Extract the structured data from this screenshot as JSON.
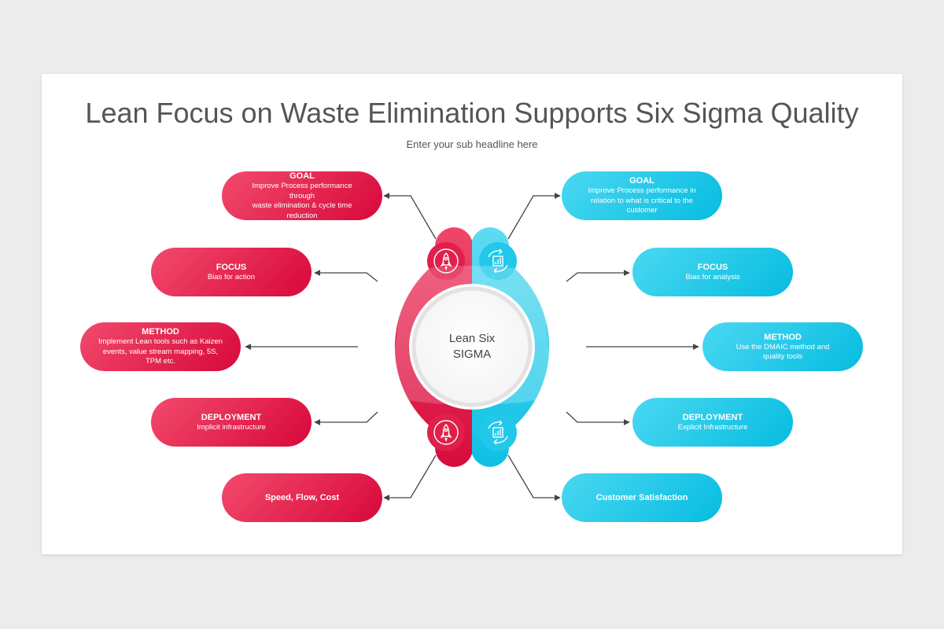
{
  "title": "Lean Focus on Waste Elimination Supports Six Sigma Quality",
  "subtitle": "Enter your sub headline here",
  "center": {
    "line1": "Lean Six",
    "line2": "SIGMA"
  },
  "arc_labels": {
    "left": "Lean",
    "right": "Six Sigma"
  },
  "colors": {
    "lean": "#e31a48",
    "sigma": "#19c6e8",
    "connector": "#444444",
    "text": "#555555"
  },
  "lean_items": [
    {
      "heading": "GOAL",
      "body": [
        "Improve Process performance through",
        "waste elimination & cycle time",
        "reduction"
      ]
    },
    {
      "heading": "FOCUS",
      "body": [
        "Bias for action"
      ]
    },
    {
      "heading": "METHOD",
      "body": [
        "Implement Lean tools such as Kaizen",
        "events, value stream mapping, 5S,",
        "TPM etc."
      ]
    },
    {
      "heading": "DEPLOYMENT",
      "body": [
        "Implicit infrastructure"
      ]
    },
    {
      "heading": "",
      "body": [
        "Speed, Flow, Cost"
      ]
    }
  ],
  "sigma_items": [
    {
      "heading": "GOAL",
      "body": [
        "Improve Process performance in",
        "relation to what is critical to the",
        "customer"
      ]
    },
    {
      "heading": "FOCUS",
      "body": [
        "Bias for analysis"
      ]
    },
    {
      "heading": "METHOD",
      "body": [
        "Use the DMAIC method and",
        "quality tools"
      ]
    },
    {
      "heading": "DEPLOYMENT",
      "body": [
        "Explicit Infrastructure"
      ]
    },
    {
      "heading": "",
      "body": [
        "Customer Satisfaction"
      ]
    }
  ],
  "icons": [
    "rocket-icon",
    "cycle-chart-icon",
    "rocket-icon",
    "cycle-chart-icon"
  ]
}
